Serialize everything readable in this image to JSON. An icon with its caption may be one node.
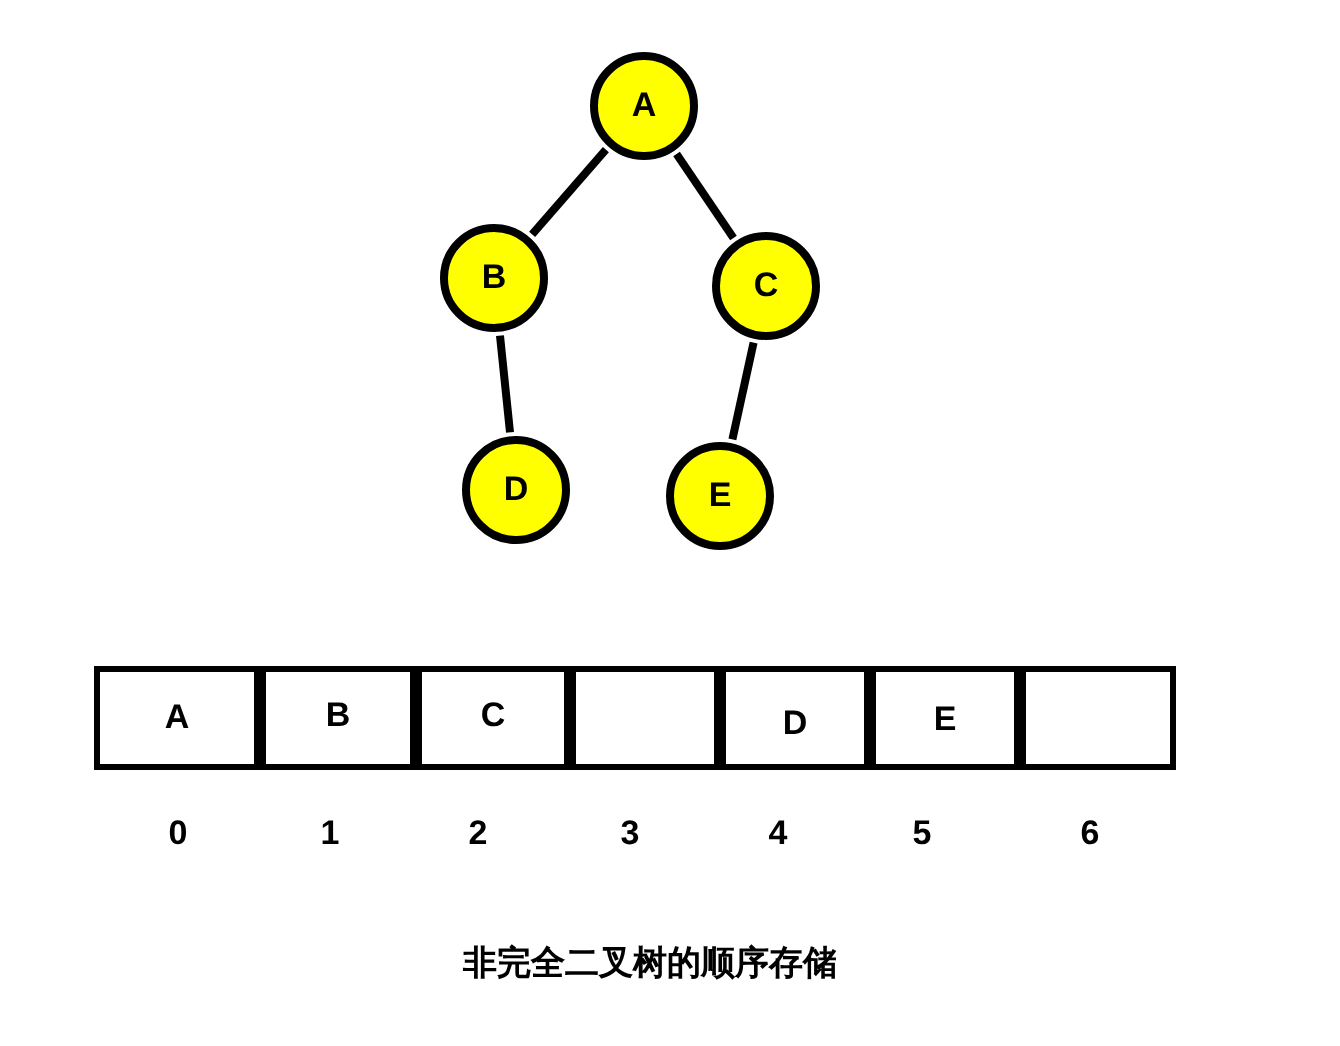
{
  "diagram": {
    "caption": "非完全二叉树的顺序存储",
    "nodes": [
      {
        "text": [
          "A"
        ]
      },
      {
        "text": [
          "B"
        ]
      },
      {
        "text": [
          "C"
        ]
      },
      {
        "text": [
          "D"
        ]
      },
      {
        "text": [
          "E"
        ]
      },
      {
        "text": [
          "A"
        ],
        "beside": [
          "0"
        ]
      },
      {
        "text": [
          "B"
        ],
        "beside": [
          "1"
        ]
      },
      {
        "text": [
          "C"
        ],
        "beside": [
          "2"
        ]
      },
      {
        "text": [],
        "shape": "box",
        "beside": [
          "3"
        ]
      },
      {
        "text": [
          "D"
        ],
        "beside": [
          "4"
        ]
      },
      {
        "text": [
          "E"
        ],
        "beside": [
          "5"
        ]
      },
      {
        "text": [],
        "shape": "box",
        "beside": [
          "6"
        ]
      }
    ],
    "edges": [
      {
        "from": 0,
        "to": 1,
        "arrow": "none"
      },
      {
        "from": 0,
        "to": 2,
        "arrow": "none"
      },
      {
        "from": 1,
        "to": 3,
        "arrow": "none"
      },
      {
        "from": 2,
        "to": 4,
        "arrow": "none"
      }
    ]
  }
}
